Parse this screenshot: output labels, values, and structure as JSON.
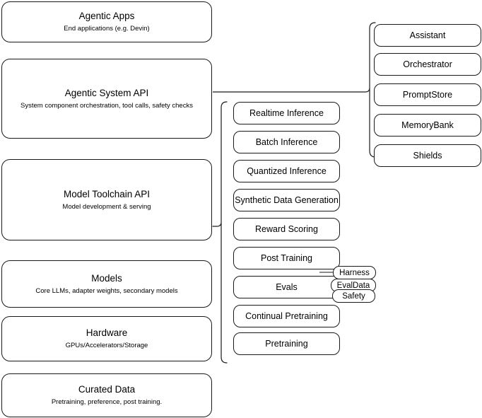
{
  "diagram": {
    "title": "AI Stack Architecture Diagram",
    "stroke_color": "#1a1a1a",
    "background_color": "#ffffff",
    "stack": [
      {
        "title": "Agentic Apps",
        "sub": "End applications (e.g. Devin)"
      },
      {
        "title": "Agentic System API",
        "sub": "System component orchestration, tool calls, safety checks"
      },
      {
        "title": "Model Toolchain API",
        "sub": "Model development & serving"
      },
      {
        "title": "Models",
        "sub": "Core LLMs, adapter weights, secondary models"
      },
      {
        "title": "Hardware",
        "sub": "GPUs/Accelerators/Storage"
      },
      {
        "title": "Curated Data",
        "sub": "Pretraining, preference, post training."
      }
    ],
    "toolchain_items": [
      {
        "title": "Realtime Inference"
      },
      {
        "title": "Batch Inference"
      },
      {
        "title": "Quantized Inference"
      },
      {
        "title": "Synthetic Data Generation"
      },
      {
        "title": "Reward Scoring"
      },
      {
        "title": "Post Training"
      },
      {
        "title": "Evals"
      },
      {
        "title": "Continual Pretraining"
      },
      {
        "title": "Pretraining"
      }
    ],
    "eval_badges": [
      {
        "title": "Harness"
      },
      {
        "title": "EvalData"
      },
      {
        "title": "Safety"
      }
    ],
    "agentic_items": [
      {
        "title": "Assistant"
      },
      {
        "title": "Orchestrator"
      },
      {
        "title": "PromptStore"
      },
      {
        "title": "MemoryBank"
      },
      {
        "title": "Shields"
      }
    ]
  }
}
